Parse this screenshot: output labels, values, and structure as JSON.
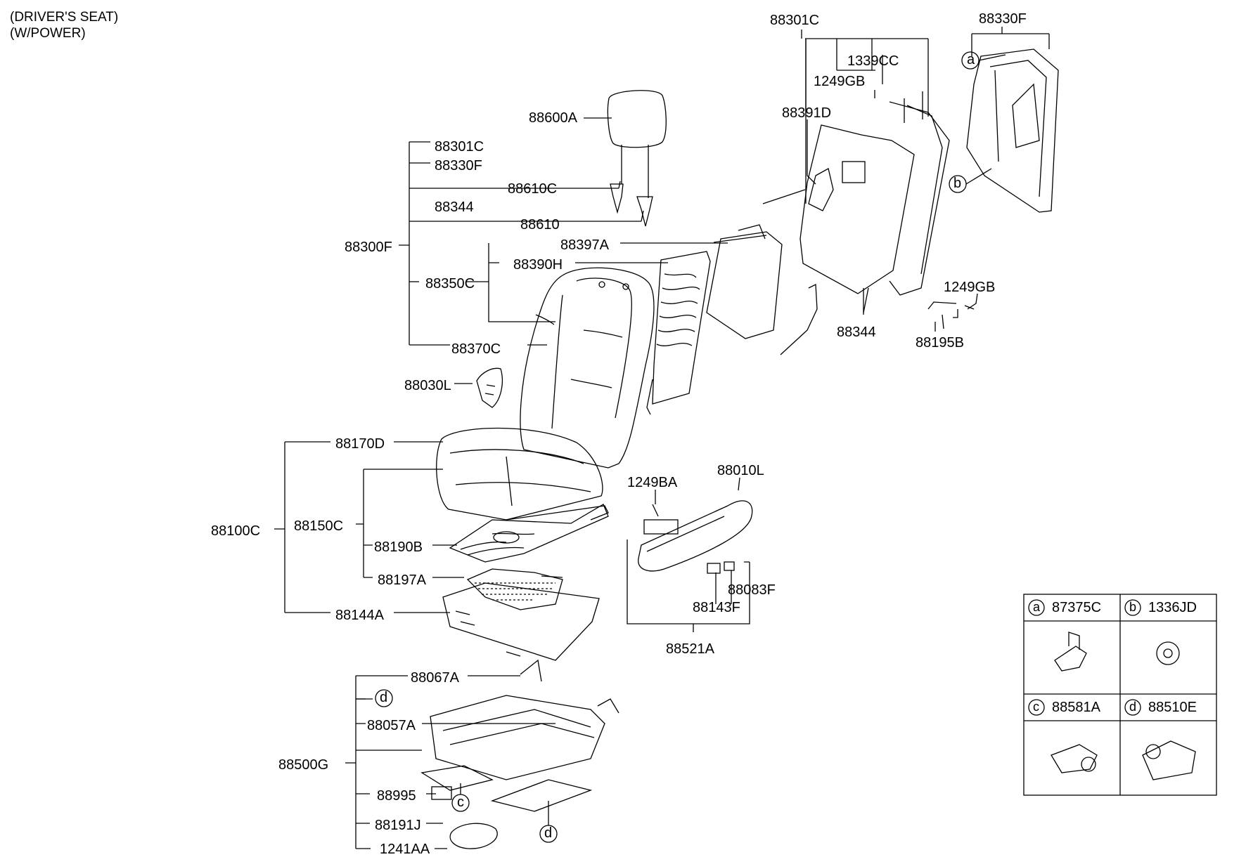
{
  "header": {
    "line1": "(DRIVER'S SEAT)",
    "line2": "(W/POWER)"
  },
  "labels": {
    "p88301C_top": "88301C",
    "p88330F_top": "88330F",
    "p1339CC": "1339CC",
    "p1249GB_top": "1249GB",
    "p88391D": "88391D",
    "p1249GB_right": "1249GB",
    "p88344_right": "88344",
    "p88195B": "88195B",
    "p88600A": "88600A",
    "p88301C": "88301C",
    "p88330F": "88330F",
    "p88610C": "88610C",
    "p88344": "88344",
    "p88610": "88610",
    "p88300F": "88300F",
    "p88397A": "88397A",
    "p88390H": "88390H",
    "p88350C": "88350C",
    "p88370C": "88370C",
    "p88030L": "88030L",
    "p88170D": "88170D",
    "p88100C": "88100C",
    "p88150C": "88150C",
    "p88190B": "88190B",
    "p88197A": "88197A",
    "p88144A": "88144A",
    "p1249BA": "1249BA",
    "p88010L": "88010L",
    "p88083F": "88083F",
    "p88143F": "88143F",
    "p88521A": "88521A",
    "p88067A": "88067A",
    "p88057A": "88057A",
    "p88500G": "88500G",
    "p88995": "88995",
    "p88191J": "88191J",
    "p1241AA": "1241AA"
  },
  "callouts": {
    "a": "a",
    "b": "b",
    "c": "c",
    "d": "d"
  },
  "legend": [
    {
      "letter": "a",
      "part": "87375C"
    },
    {
      "letter": "b",
      "part": "1336JD"
    },
    {
      "letter": "c",
      "part": "88581A"
    },
    {
      "letter": "d",
      "part": "88510E"
    }
  ]
}
